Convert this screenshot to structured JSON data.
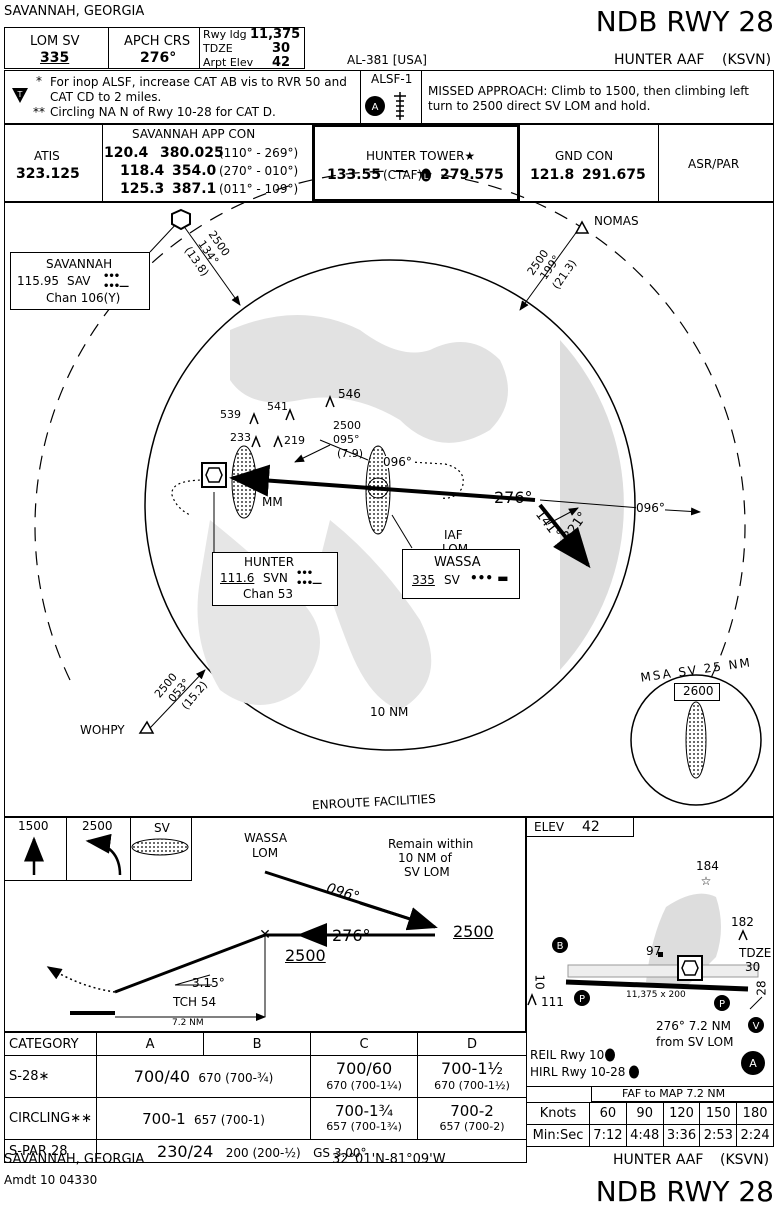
{
  "header": {
    "location_top": "SAVANNAH, GEORGIA",
    "procedure_title": "NDB RWY 28",
    "lom_label": "LOM SV",
    "lom_freq": "335",
    "apch_crs_label": "APCH CRS",
    "apch_crs": "276°",
    "rwy_ldg_label": "Rwy ldg",
    "rwy_ldg": "11,375",
    "tdze_label": "TDZE",
    "tdze": "30",
    "arpt_elev_label": "Arpt Elev",
    "arpt_elev": "42",
    "chart_id": "AL-381 [USA]",
    "airport": "HUNTER AAF",
    "airport_id": "(KSVN)"
  },
  "notes": {
    "note1_mark": "*",
    "note1": "For inop ALSF, increase CAT AB vis to RVR 50 and",
    "note1b": "CAT CD to 2 miles.",
    "note2_mark": "**",
    "note2": "Circling NA N of Rwy 10-28 for CAT D.",
    "alsf": "ALSF-1",
    "missed_approach": "MISSED APPROACH: Climb to 1500, then climbing left",
    "missed_approach_b": "turn to 2500 direct SV LOM and hold."
  },
  "comms": {
    "atis_label": "ATIS",
    "atis_freq": "323.125",
    "app_con_label": "SAVANNAH APP CON",
    "app_rows": [
      {
        "f1": "120.4",
        "f2": "380.025",
        "sector": "(110° - 269°)"
      },
      {
        "f1": "118.4",
        "f2": "354.0",
        "sector": "(270° - 010°)"
      },
      {
        "f1": "125.3",
        "f2": "387.1",
        "sector": "(011° - 109°)"
      }
    ],
    "tower_label": "HUNTER TOWER★",
    "tower_f1": "133.55",
    "tower_ctaf": "(CTAF)",
    "tower_f2": "279.575",
    "gnd_label": "GND CON",
    "gnd_f1": "121.8",
    "gnd_f2": "291.675",
    "asr": "ASR/PAR"
  },
  "plan": {
    "savannah_name": "SAVANNAH",
    "savannah_freq": "115.95",
    "savannah_id": "SAV",
    "savannah_chan": "Chan 106(Y)",
    "sav_route_alt": "2500",
    "sav_route_crs": "134°",
    "sav_route_dist": "(13.8)",
    "nomas": "NOMAS",
    "nomas_alt": "2500",
    "nomas_crs": "199°",
    "nomas_dist": "(21.3)",
    "wohpy": "WOHPY",
    "wohpy_alt": "2500",
    "wohpy_crs": "053°",
    "wohpy_dist": "(15.2)",
    "obs_539": "539",
    "obs_541": "541",
    "obs_546": "546",
    "obs_233": "233",
    "obs_219": "219",
    "hold_alt": "2500",
    "hold_crs": "095°",
    "hold_dist": "(7.9)",
    "hold_out": "096°",
    "mm": "MM",
    "final_crs": "276°",
    "outbound": "096°",
    "pt_out": "141°",
    "pt_in": "321°",
    "iaf": "IAF",
    "lom": "LOM",
    "wassa": "WASSA",
    "wassa_freq": "335",
    "wassa_id": "SV",
    "hunter": "HUNTER",
    "hunter_freq": "111.6",
    "hunter_id": "SVN",
    "hunter_chan": "Chan 53",
    "ring": "10 NM",
    "enroute": "ENROUTE FACILITIES",
    "msa_label": "MSA  SV  25 NM",
    "msa_alt": "2600"
  },
  "profile": {
    "ma1_alt": "1500",
    "ma2_alt": "2500",
    "ma3": "SV",
    "wassa": "WASSA",
    "lom": "LOM",
    "remain1": "Remain within",
    "remain2": "10 NM of",
    "remain3": "SV LOM",
    "out_crs": "096°",
    "in_crs": "276°",
    "alt_right": "2500",
    "alt_fix": "2500",
    "gs": "3.15°",
    "tch": "TCH 54",
    "dist": "7.2 NM"
  },
  "airport": {
    "elev_label": "ELEV",
    "elev": "42",
    "obs_184": "184",
    "obs_182": "182",
    "tdze_label": "TDZE",
    "tdze": "30",
    "obs_97": "97",
    "obs_111": "111",
    "rwy_dims": "11,375 x 200",
    "rwy_10": "10",
    "rwy_28": "28",
    "faf_note1": "276° 7.2 NM",
    "faf_note2": "from SV LOM",
    "reil": "REIL Rwy 10",
    "hirl": "HIRL Rwy 10-28"
  },
  "minimums": {
    "headers": [
      "CATEGORY",
      "A",
      "B",
      "C",
      "D"
    ],
    "s28_label": "S-28",
    "s28_ab": "700/40",
    "s28_ab_small": "670  (700-¾)",
    "s28_c": "700/60",
    "s28_c_small": "670  (700-1¼)",
    "s28_d": "700-1½",
    "s28_d_small": "670  (700-1½)",
    "circ_label": "CIRCLING",
    "circ_ab": "700-1",
    "circ_ab_small": "657  (700-1)",
    "circ_c": "700-1¾",
    "circ_c_small": "657  (700-1¾)",
    "circ_d": "700-2",
    "circ_d_small": "657  (700-2)",
    "spar_label": "S-PAR 28",
    "spar_val": "230/24",
    "spar_small": "200   (200-½)",
    "spar_gs": "GS 3.00°"
  },
  "faf_table": {
    "title": "FAF to MAP 7.2 NM",
    "knots_label": "Knots",
    "knots": [
      "60",
      "90",
      "120",
      "150",
      "180"
    ],
    "time_label": "Min:Sec",
    "times": [
      "7:12",
      "4:48",
      "3:36",
      "2:53",
      "2:24"
    ]
  },
  "footer": {
    "location": "SAVANNAH, GEORGIA",
    "coords": "32°01'N-81°09'W",
    "airport": "HUNTER AAF",
    "airport_id": "(KSVN)",
    "amdt": "Amdt 10  04330",
    "title": "NDB RWY 28"
  }
}
